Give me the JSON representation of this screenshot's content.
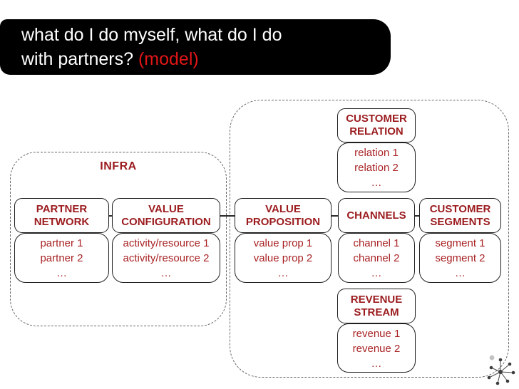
{
  "slide": {
    "background": "#ffffff",
    "banner": {
      "bg": "#000000",
      "title_line1": "what do I do myself, what do I do",
      "title_line2": "with partners? ",
      "title_accent": "(model)",
      "text_color": "#ffffff",
      "accent_color": "#e11616"
    },
    "colors": {
      "header_text": "#9b1b1e",
      "item_text": "#a92325",
      "box_border": "#1f1f1f",
      "group_border": "#666666",
      "connector": "#2b2b2b"
    }
  },
  "diagram": {
    "infra_group": {
      "label": "INFRA",
      "partner_network": {
        "header": "PARTNER NETWORK",
        "items": [
          "partner 1",
          "partner 2",
          "…"
        ]
      },
      "value_configuration": {
        "header": "VALUE CONFIGURATION",
        "items": [
          "activity/resource 1",
          "activity/resource 2",
          "…"
        ]
      }
    },
    "customer_group": {
      "customer_relation": {
        "header": "CUSTOMER RELATION",
        "items": [
          "relation 1",
          "relation 2",
          "…"
        ]
      },
      "value_proposition": {
        "header": "VALUE PROPOSITION",
        "items": [
          "value prop 1",
          "value prop 2",
          "…"
        ]
      },
      "channels": {
        "header": "CHANNELS",
        "items": [
          "channel 1",
          "channel 2",
          "…"
        ]
      },
      "customer_segments": {
        "header": "CUSTOMER SEGMENTS",
        "items": [
          "segment 1",
          "segment 2",
          "…"
        ]
      },
      "revenue_stream": {
        "header": "REVENUE STREAM",
        "items": [
          "revenue 1",
          "revenue 2",
          "…"
        ]
      }
    },
    "logo": "dandelion-dots-logo"
  }
}
